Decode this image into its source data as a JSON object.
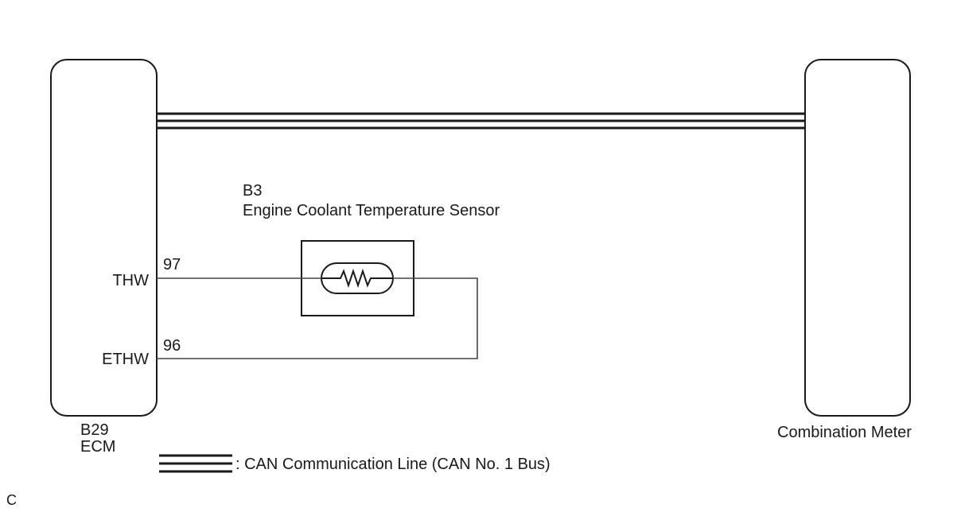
{
  "ecm": {
    "code": "B29",
    "name": "ECM"
  },
  "meter": {
    "name": "Combination Meter"
  },
  "sensor": {
    "code": "B3",
    "name": "Engine Coolant Temperature Sensor"
  },
  "terminals": [
    {
      "name": "THW",
      "pin": "97"
    },
    {
      "name": "ETHW",
      "pin": "96"
    }
  ],
  "legend": {
    "text": ": CAN Communication Line (CAN No. 1 Bus)"
  },
  "corner_mark": "C",
  "colors": {
    "line": "#1a1a1a",
    "wire": "#444444",
    "background": "#ffffff"
  }
}
